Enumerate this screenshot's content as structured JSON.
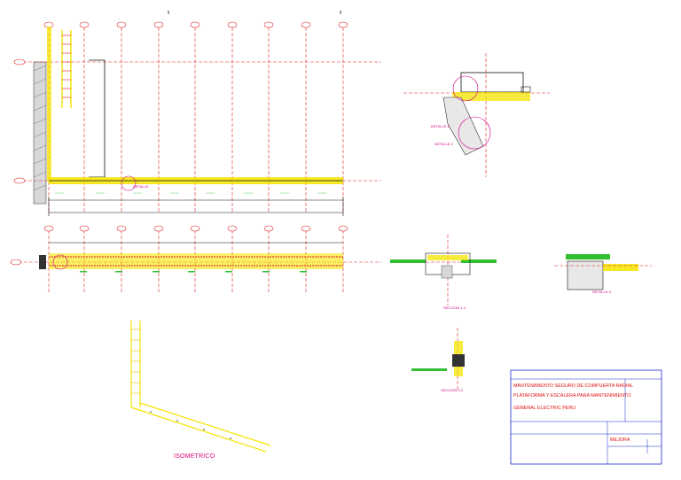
{
  "drawing": {
    "isometric_label": "ISOMETRICO",
    "detail_labels": [
      "DETALLE 1",
      "DETALLE 2",
      "DETALLE 3"
    ],
    "section_labels": [
      "SECCION 1-1",
      "SECCION 2-2"
    ]
  },
  "title_block": {
    "project_line1": "MANTENIMIENTO SEGURO DE COMPUERTA RADIAL",
    "project_line2": "PLATAFORMA Y ESCALERA PARA MANTENIMIENTO",
    "client": "GENERAL ELECTRIC PERU",
    "status": "MEJORA"
  },
  "colors": {
    "grid_red": "#e02020",
    "steel_yellow": "#f5e400",
    "dim_black": "#111111",
    "annotation_green": "#2fbf2f",
    "label_magenta": "#d0008a",
    "title_red": "#e01010",
    "frame_blue": "#1a2ad0"
  }
}
